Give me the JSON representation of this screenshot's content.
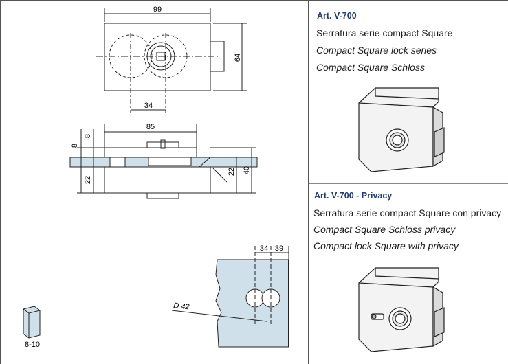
{
  "drawing": {
    "dim_width_99": "99",
    "dim_height_64": "64",
    "dim_center_34": "34",
    "dim_body_85": "85",
    "dim_top_8": "8",
    "dim_left_8": "8",
    "dim_left_22": "22",
    "dim_right_22": "22",
    "dim_right_40": "40",
    "dim_glass_34": "34",
    "dim_glass_39": "39",
    "dim_hole_d42": "D 42",
    "glass_thickness": "8-10"
  },
  "product_1": {
    "article": "Art. V-700",
    "name_it": "Serratura serie compact Square",
    "name_en": "Compact Square lock series",
    "name_de": "Compact Square Schloss"
  },
  "product_2": {
    "article": "Art. V-700 - Privacy",
    "name_it": "Serratura serie compact Square con privacy",
    "name_de": "Compact Square Schloss privacy",
    "name_en": "Compact lock Square with privacy"
  },
  "colors": {
    "glass": "#cfe0ea",
    "heading": "#1f3a6e",
    "line": "#222222"
  }
}
